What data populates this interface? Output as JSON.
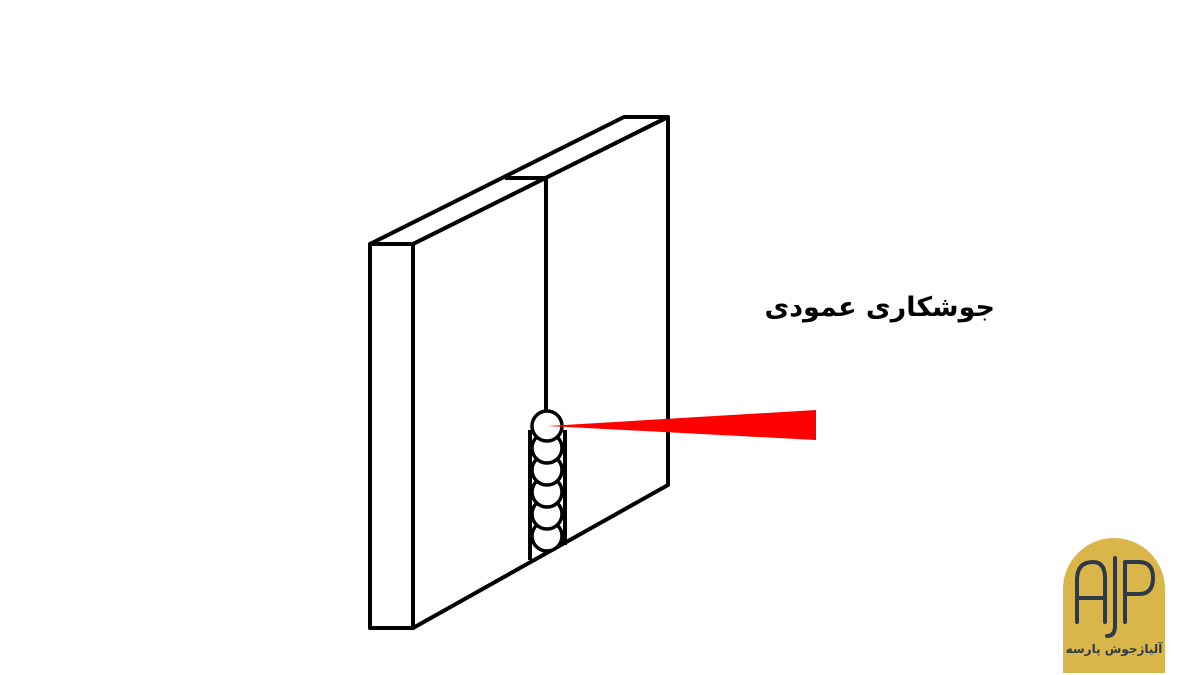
{
  "caption": "جوشکاری عمودی",
  "logo": {
    "monogram": "AJP",
    "text": "آلیاژجوش پارسه",
    "background_color": "#d9b54a",
    "ink_color": "#2e3a48"
  },
  "diagram": {
    "line_color": "#000000",
    "arc_color": "#ff0000",
    "weld_bead_count": 6
  }
}
